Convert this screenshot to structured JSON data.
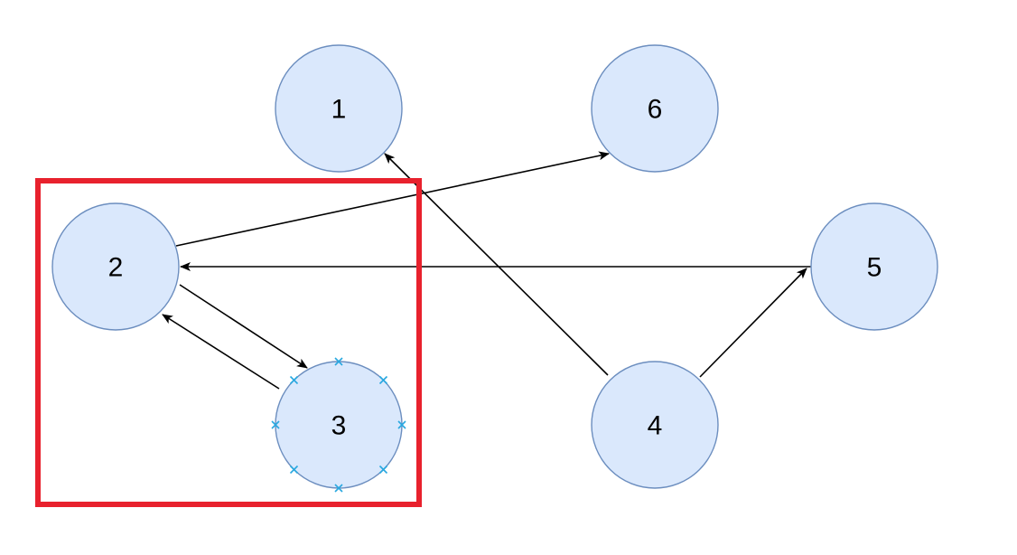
{
  "colors": {
    "node_fill": "#dae8fc",
    "node_stroke": "#6c8ebf",
    "edge": "#000000",
    "selection_box": "#e8212d",
    "handle": "#29a8e0"
  },
  "diagram": {
    "nodes": [
      {
        "id": "1",
        "label": "1"
      },
      {
        "id": "6",
        "label": "6"
      },
      {
        "id": "2",
        "label": "2"
      },
      {
        "id": "5",
        "label": "5"
      },
      {
        "id": "3",
        "label": "3",
        "selected": true
      },
      {
        "id": "4",
        "label": "4"
      }
    ],
    "edges": [
      {
        "from": "2",
        "to": "6"
      },
      {
        "from": "5",
        "to": "2"
      },
      {
        "from": "2",
        "to": "3"
      },
      {
        "from": "3",
        "to": "2"
      },
      {
        "from": "4",
        "to": "1"
      },
      {
        "from": "4",
        "to": "5"
      }
    ],
    "highlight_group": [
      "2",
      "3"
    ]
  }
}
